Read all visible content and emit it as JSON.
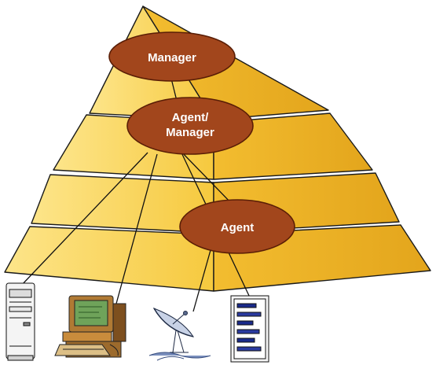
{
  "nodes": {
    "manager": {
      "label": "Manager"
    },
    "agent_manager": {
      "line1": "Agent/",
      "line2": "Manager"
    },
    "agent": {
      "label": "Agent"
    }
  },
  "devices": [
    {
      "name": "tower-server"
    },
    {
      "name": "desktop-computer"
    },
    {
      "name": "satellite-dish"
    },
    {
      "name": "rack-server"
    }
  ],
  "colors": {
    "pyramid_light": "#fde07a",
    "pyramid_mid": "#f7c842",
    "pyramid_dark": "#e0a21a",
    "node_fill": "#a2461c",
    "node_stroke": "#5a1e06",
    "line": "#111111"
  }
}
